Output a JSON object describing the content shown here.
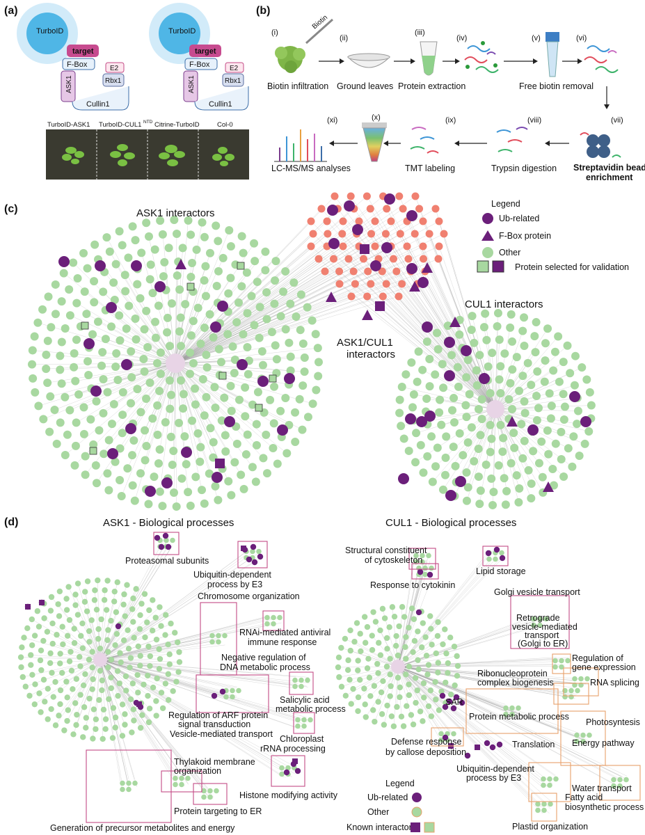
{
  "panels": {
    "a": "(a)",
    "b": "(b)",
    "c": "(c)",
    "d": "(d)"
  },
  "panel_a": {
    "complex": {
      "turboid": "TurboID",
      "target": "target",
      "fbox": "F-Box",
      "ask1": "ASK1",
      "e2": "E2",
      "rbx1": "Rbx1",
      "cullin": "Cullin1"
    },
    "lines": [
      "TurboID-ASK1",
      "TurboID-CUL1",
      "NTD",
      "Citrine-TurboID",
      "Col-0"
    ]
  },
  "panel_b": {
    "biotin": "Biotin",
    "steps": [
      {
        "num": "(i)",
        "label": "Biotin infiltration"
      },
      {
        "num": "(ii)",
        "label": "Ground leaves"
      },
      {
        "num": "(iii)",
        "label": "Protein extraction"
      },
      {
        "num": "(iv)",
        "label": ""
      },
      {
        "num": "(v)",
        "label": "Free biotin removal"
      },
      {
        "num": "(vi)",
        "label": ""
      },
      {
        "num": "(vii)",
        "label": "Streptavidin beads"
      },
      {
        "num": "(viii)",
        "label": "Trypsin digestion"
      },
      {
        "num": "(ix)",
        "label": "TMT labeling"
      },
      {
        "num": "(x)",
        "label": ""
      },
      {
        "num": "(xi)",
        "label": "LC-MS/MS analyses"
      }
    ],
    "step7_line2": "enrichment"
  },
  "panel_c": {
    "ask1_title": "ASK1 interactors",
    "cul1_title": "CUL1 interactors",
    "shared_title_1": "ASK1/CUL1",
    "shared_title_2": "interactors",
    "legend": {
      "title": "Legend",
      "items": [
        "Ub-related",
        "F-Box protein",
        "Other",
        "Protein selected for validation"
      ]
    },
    "colors": {
      "green": "#a8d8a0",
      "purple": "#6b1f7a",
      "salmon": "#f08070",
      "hub": "#e8d4e6"
    }
  },
  "panel_d": {
    "ask1_title": "ASK1 - Biological processes",
    "cul1_title": "CUL1 - Biological processes",
    "ask1_terms": [
      "Proteasomal subunits",
      "Ubiquitin-dependent",
      "process by E3",
      "Chromosome organization",
      "RNAi-mediated antiviral",
      "immune response",
      "Negative regulation of",
      "DNA metabolic process",
      "Salicylic acid",
      "metabolic process",
      "Regulation of ARF protein",
      "signal transduction",
      "Vesicle-mediated transport",
      "Chloroplast",
      "rRNA processing",
      "Thylakoid membrane",
      "organization",
      "Histone modifying activity",
      "Protein targeting to ER",
      "Generation of precursor metabolites and energy"
    ],
    "cul1_terms": [
      "Structural constituent",
      "of cytoskeleton",
      "Lipid storage",
      "Response to cytokinin",
      "Golgi vesicle transport",
      "Retrograde",
      "vesicle-mediated",
      "transport",
      "(Golgi to ER)",
      "Regulation of",
      "gene expression",
      "Ribonucleoprotein",
      "complex biogenesis",
      "RNA splicing",
      "SAR",
      "Protein metabolic process",
      "Photosyntesis",
      "Defense response",
      "by callose deposition",
      "Translation",
      "Energy pathway",
      "Ubiquitin-dependent",
      "process by E3",
      "Water transport",
      "Fatty acid",
      "biosynthetic process",
      "Plastid organization"
    ],
    "legend": {
      "title": "Legend",
      "items": [
        "Ub-related",
        "Other",
        "Known interactor"
      ]
    }
  }
}
